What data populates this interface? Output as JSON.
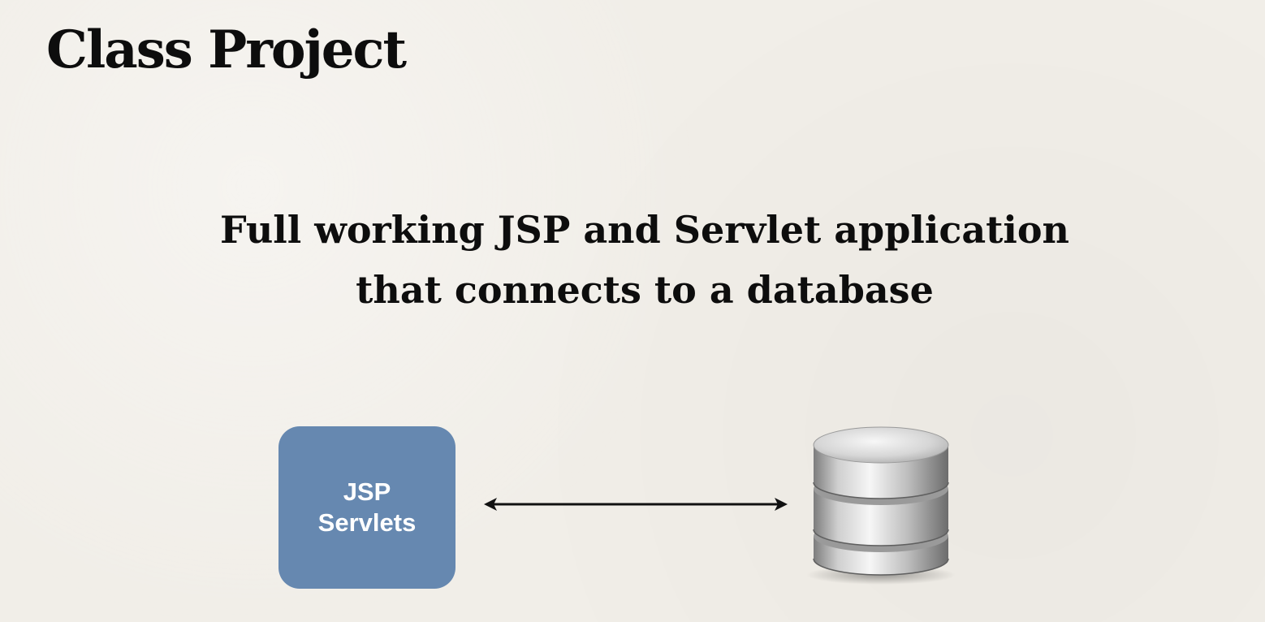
{
  "slide": {
    "title": "Class Project",
    "subtitle_lines": [
      "Full working JSP and Servlet application",
      "that connects to a database"
    ]
  },
  "diagram": {
    "app_box": {
      "lines": [
        "JSP",
        "Servlets"
      ],
      "color": "#6688b0"
    },
    "connector": "bidirectional-arrow",
    "database_icon": "database-icon"
  },
  "colors": {
    "background": "#f1eee8",
    "text": "#0d0d0d",
    "box": "#6688b0"
  }
}
